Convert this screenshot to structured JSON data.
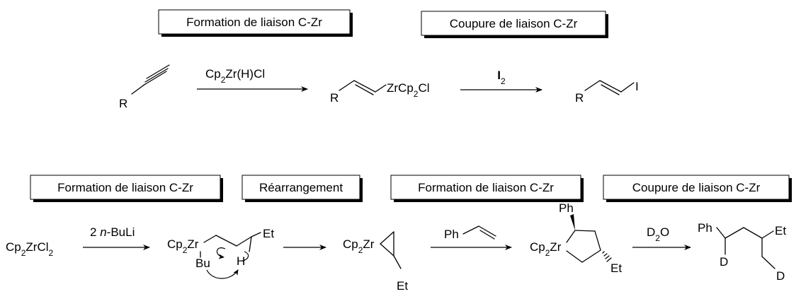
{
  "boxes": {
    "top_formation": "Formation de liaison C-Zr",
    "top_coupure": "Coupure de liaison C-Zr",
    "bot_formation_1": "Formation de liaison C-Zr",
    "bot_rearrangement": "Réarrangement",
    "bot_formation_2": "Formation de liaison C-Zr",
    "bot_coupure": "Coupure de liaison C-Zr"
  },
  "row1": {
    "alkyne_r": "R",
    "reagent1": {
      "main": "Cp",
      "sub": "2",
      "rest": "Zr(H)Cl"
    },
    "vinyl_r": "R",
    "vinyl_zr": {
      "main": "ZrCp",
      "sub": "2",
      "rest": "Cl"
    },
    "reagent2": {
      "main": "I",
      "sub": "2"
    },
    "prod_r": "R",
    "prod_i": "I"
  },
  "row2": {
    "start": {
      "a": "Cp",
      "a_sub": "2",
      "b": "ZrCl",
      "b_sub": "2"
    },
    "reagent1": {
      "pre": "2 ",
      "italic": "n",
      "post": "-BuLi"
    },
    "inter1_zr": {
      "main": "Cp",
      "sub": "2",
      "rest": "Zr"
    },
    "inter1_et": "Et",
    "inter1_bu": "Bu",
    "inter1_h": "H",
    "inter2_zr": {
      "main": "Cp",
      "sub": "2",
      "rest": "Zr"
    },
    "inter2_et": "Et",
    "reagent2_ph": "Ph",
    "inter3_ph": "Ph",
    "inter3_zr": {
      "main": "Cp",
      "sub": "2",
      "rest": "Zr"
    },
    "inter3_et": "Et",
    "reagent3": {
      "main": "D",
      "sub": "2",
      "rest": "O"
    },
    "prod_ph": "Ph",
    "prod_d1": "D",
    "prod_et": "Et",
    "prod_d2": "D"
  }
}
